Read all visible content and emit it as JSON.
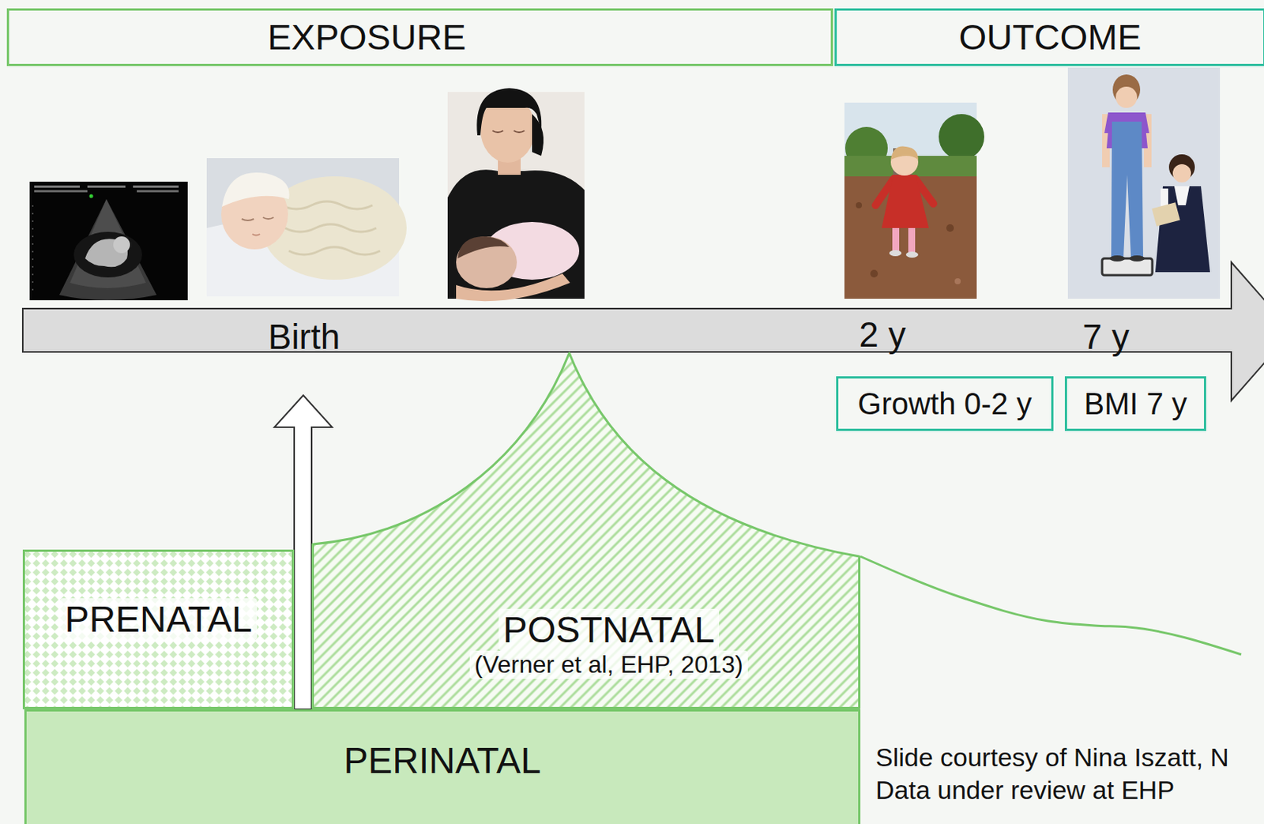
{
  "diagram": {
    "nodes": [
      {
        "text": [
          "EXPOSURE"
        ]
      },
      {
        "text": [
          "OUTCOME"
        ]
      },
      {
        "text": [
          "Growth 0-2 y"
        ]
      },
      {
        "text": [
          "BMI 7 y"
        ]
      },
      {
        "text": [
          "PRENATAL"
        ]
      },
      {
        "text": [
          "POSTNATAL",
          "(Verner et al, EHP, 2013)"
        ]
      },
      {
        "text": [
          "PERINATAL"
        ]
      }
    ],
    "labels": [
      "Birth",
      "2 y",
      "7 y",
      "Slide courtesy of Nina Iszatt, N",
      "Data under review at EHP"
    ]
  }
}
